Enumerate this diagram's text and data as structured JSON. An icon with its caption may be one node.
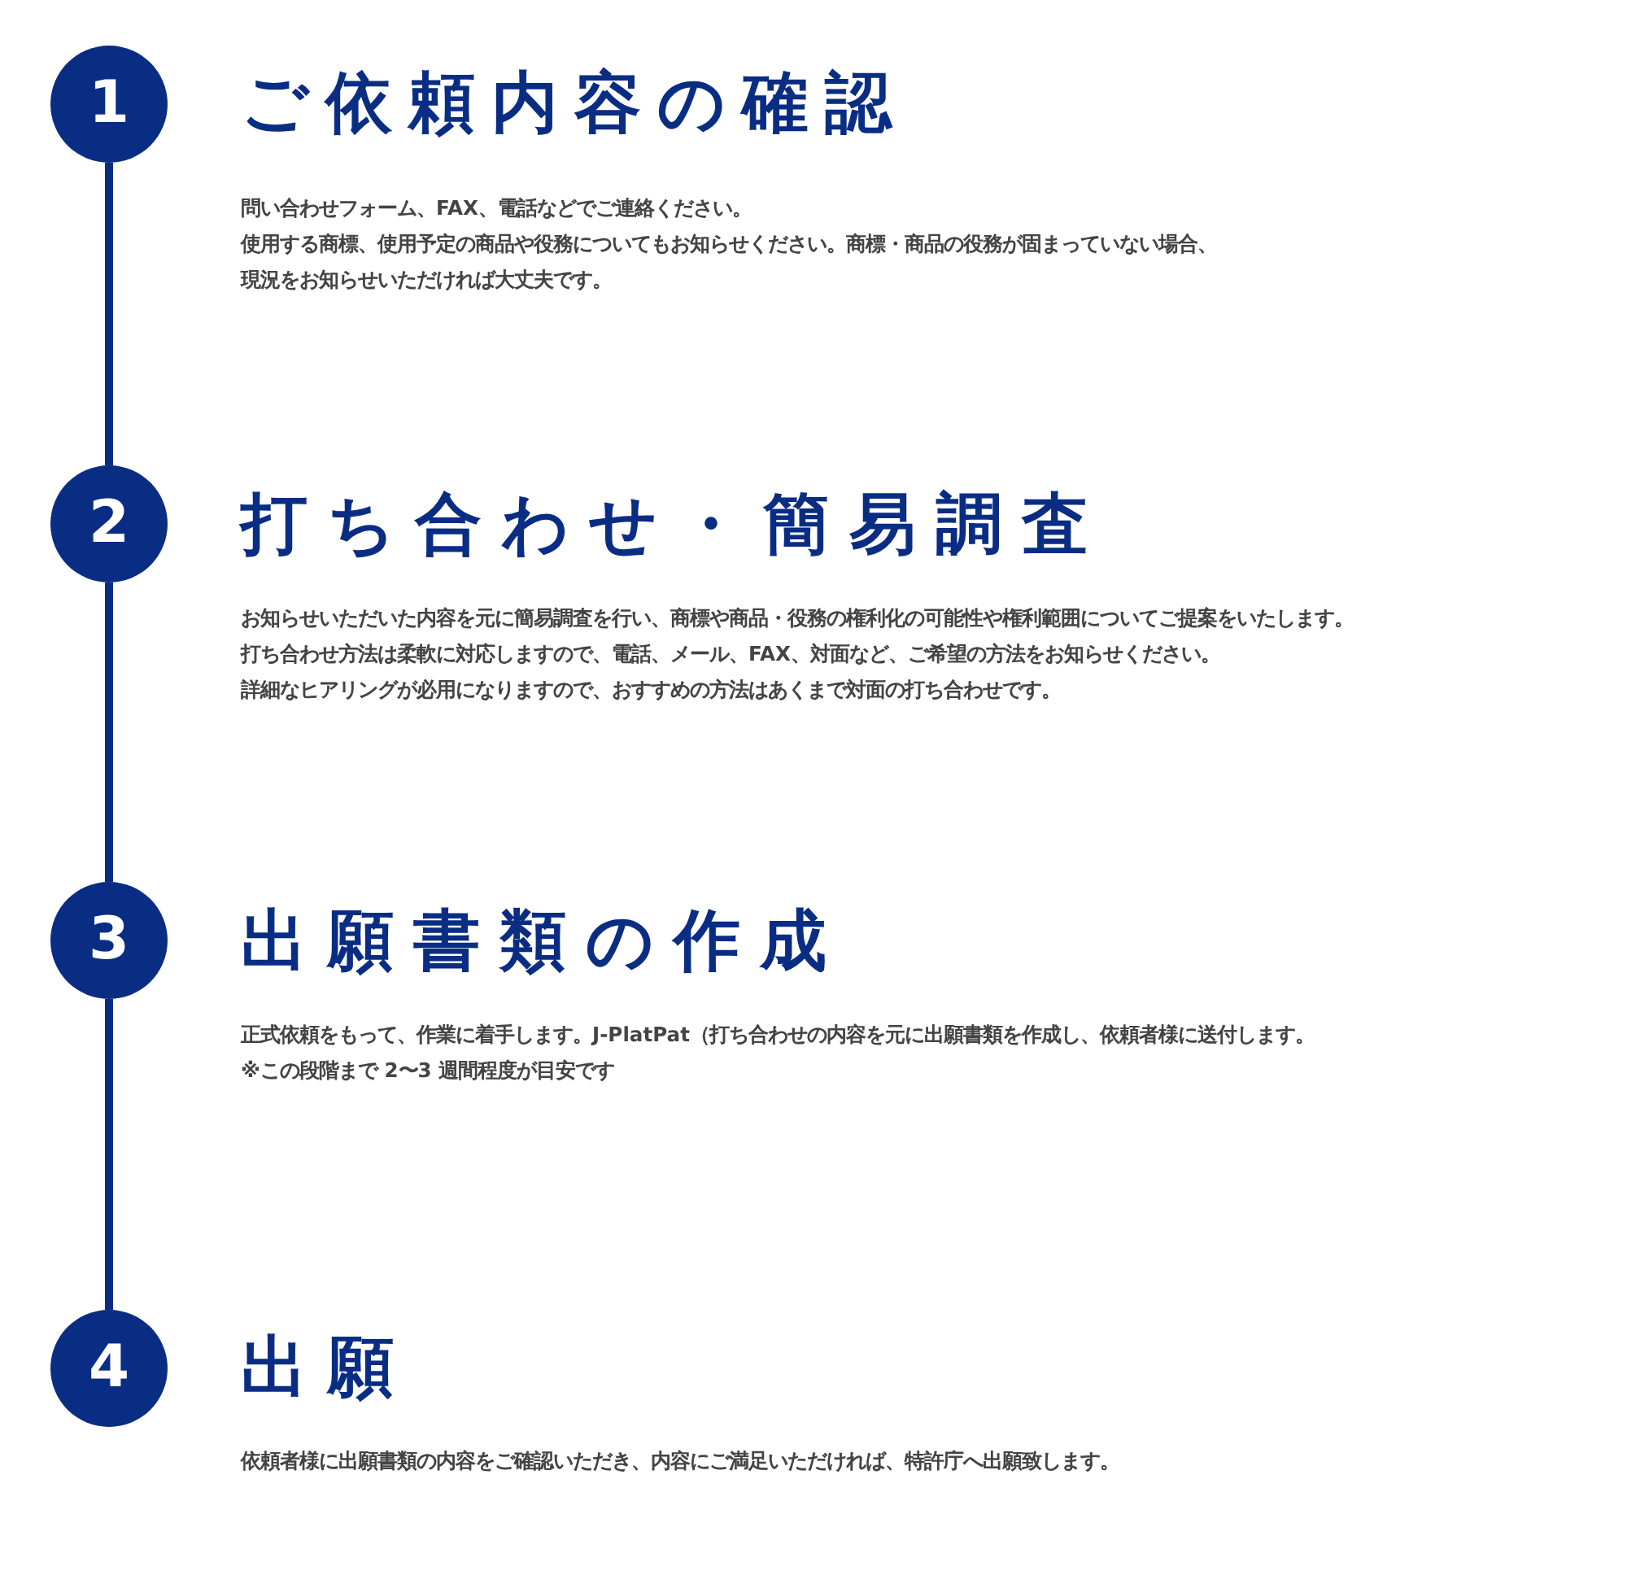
{
  "diagram": {
    "nodes": [
      {
        "text": [
          "1"
        ],
        "beside": [
          "ご依頼内容の確認",
          "問い合わせフォーム、FAX、電話などでご連絡ください。",
          "使用する商標、使用予定の商品や役務についてもお知らせください。商標・商品の役務が固まっていない場合、",
          "現況をお知らせいただければ大丈夫です。"
        ]
      },
      {
        "text": [
          "2"
        ],
        "beside": [
          "打ち合わせ・簡易調査",
          "お知らせいただいた内容を元に簡易調査を行い、商標や商品・役務の権利化の可能性や権利範囲についてご提案をいたします。",
          "打ち合わせ方法は柔軟に対応しますので、電話、メール、FAX、対面など、ご希望の方法をお知らせください。",
          "詳細なヒアリングが必用になりますので、おすすめの方法はあくまで対面の打ち合わせです。"
        ]
      },
      {
        "text": [
          "3"
        ],
        "beside": [
          "出願書類の作成",
          "正式依頼をもって、作業に着手します。J-PlatPat（打ち合わせの内容を元に出願書類を作成し、依頼者様に送付します。",
          "※この段階まで 2〜3 週間程度が目安です"
        ]
      },
      {
        "text": [
          "4"
        ],
        "beside": [
          "出願",
          "依頼者様に出願書類の内容をご確認いただき、内容にご満足いただければ、特許庁へ出願致します。"
        ]
      }
    ],
    "edges": [
      {
        "from": 0,
        "to": 1,
        "arrow": "none"
      },
      {
        "from": 1,
        "to": 2,
        "arrow": "none"
      },
      {
        "from": 2,
        "to": 3,
        "arrow": "none"
      }
    ]
  }
}
